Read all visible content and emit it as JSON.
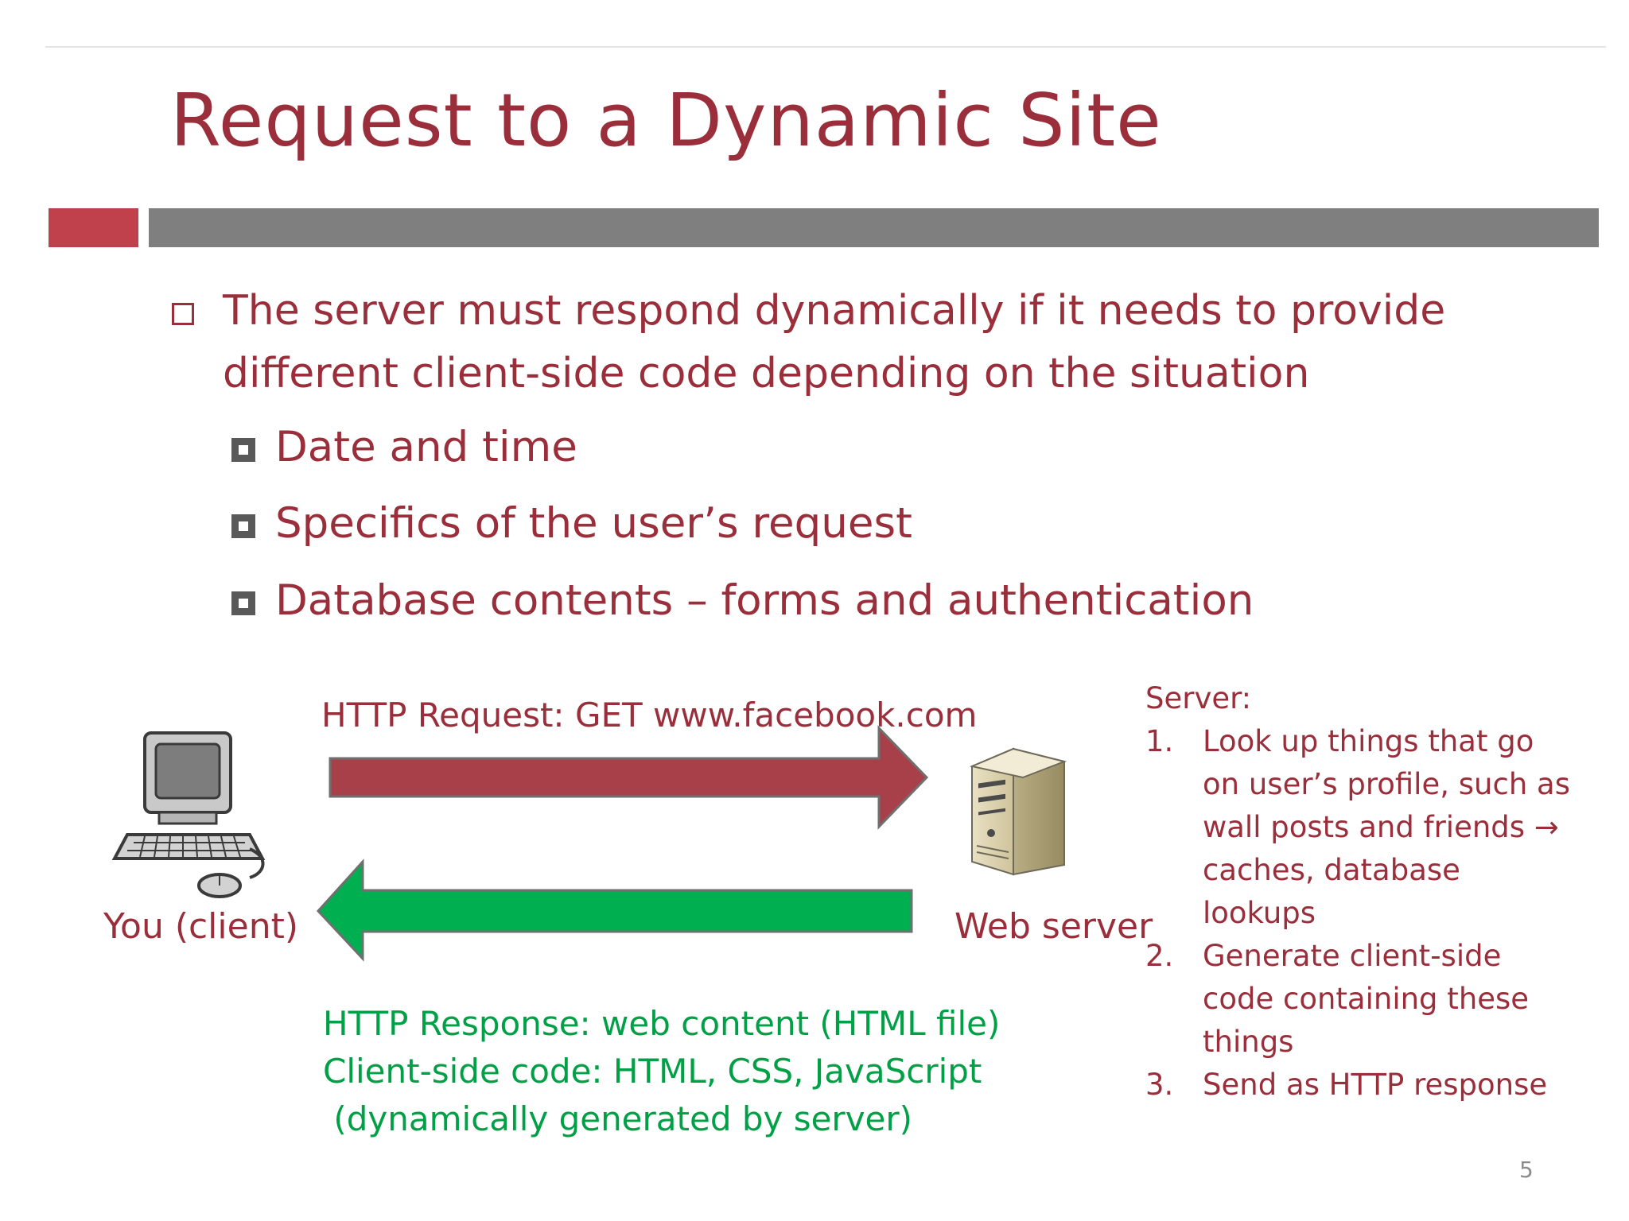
{
  "slide": {
    "title": "Request to a Dynamic Site",
    "page_number": "5"
  },
  "bullets": {
    "main": "The server must respond dynamically if it needs to provide different client-side code depending on the situation",
    "sub": [
      "Date and time",
      "Specifics of the user’s request",
      "Database contents – forms and authentication"
    ]
  },
  "diagram": {
    "request_label": "HTTP Request: GET www.facebook.com",
    "client_label": "You (client)",
    "server_label": "Web server",
    "response_lines": [
      "HTTP Response: web content (HTML file)",
      "Client-side code: HTML, CSS, JavaScript",
      " (dynamically generated by server)"
    ],
    "server_heading": "Server:",
    "server_steps": [
      {
        "num": "1.",
        "text": "Look up things that go on user’s profile, such as wall posts and friends → caches, database lookups"
      },
      {
        "num": "2.",
        "text": "Generate client-side code containing these things"
      },
      {
        "num": "3.",
        "text": "Send as HTTP response"
      }
    ],
    "colors": {
      "request_arrow": "#a8404a",
      "response_arrow": "#00b050",
      "title_text": "#9a2f3b",
      "response_text": "#00a046"
    }
  }
}
